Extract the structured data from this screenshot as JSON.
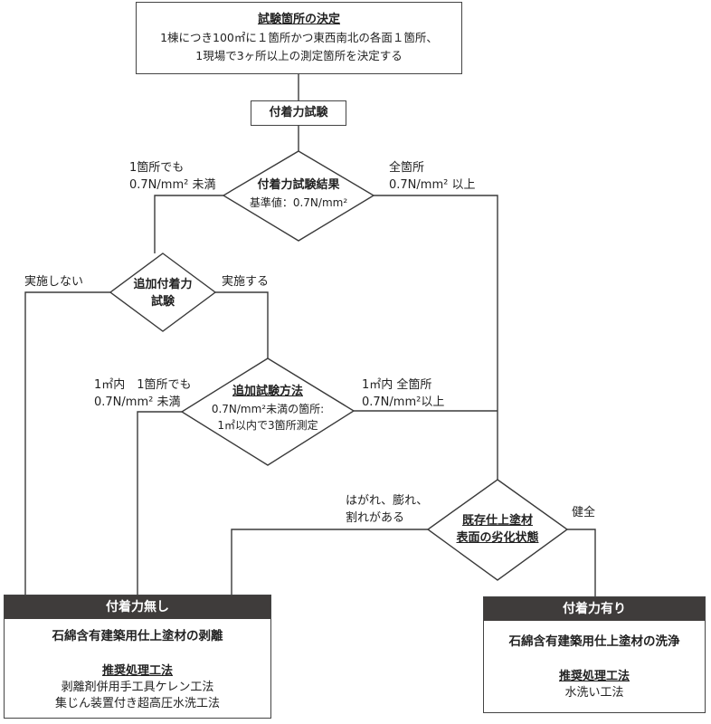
{
  "start_box": {
    "title": "試験箇所の決定",
    "line1": "1棟につき100㎡に１箇所かつ東西南北の各面１箇所、",
    "line2": "1現場で3ヶ所以上の測定箇所を決定する"
  },
  "adhesion_test": {
    "label": "付着力試験"
  },
  "decision1": {
    "line1": "付着力試験結果",
    "line2": "基準値：0.7N/mm²",
    "left_label_1": "1箇所でも",
    "left_label_2": "0.7N/mm² 未満",
    "right_label_1": "全箇所",
    "right_label_2": "0.7N/mm² 以上"
  },
  "decision2": {
    "line1": "追加付着力",
    "line2": "試験",
    "left_label": "実施しない",
    "right_label": "実施する"
  },
  "decision3": {
    "title": "追加試験方法",
    "line2": "0.7N/mm²未満の箇所:",
    "line3": "1㎡以内で3箇所測定",
    "left_label_1": "1㎡内　1箇所でも",
    "left_label_2": "0.7N/mm² 未満",
    "right_label_1": "1㎡内 全箇所",
    "right_label_2": "0.7N/mm²以上"
  },
  "decision4": {
    "line1": "既存仕上塗材",
    "line2": "表面の劣化状態",
    "left_label_1": "はがれ、膨れ、",
    "left_label_2": "割れがある",
    "right_label": "健全"
  },
  "result_no_adhesion": {
    "header": "付着力無し",
    "action": "石綿含有建築用仕上塗材の剥離",
    "method_title": "推奨処理工法",
    "method1": "剥離剤併用手工具ケレン工法",
    "method2": "集じん装置付き超高圧水洗工法"
  },
  "result_adhesion": {
    "header": "付着力有り",
    "action": "石綿含有建築用仕上塗材の洗浄",
    "method_title": "推奨処理工法",
    "method1": "水洗い工法"
  },
  "colors": {
    "line": "#3a3a3a",
    "header_bg": "#3f3c3b",
    "header_text": "#ffffff"
  }
}
